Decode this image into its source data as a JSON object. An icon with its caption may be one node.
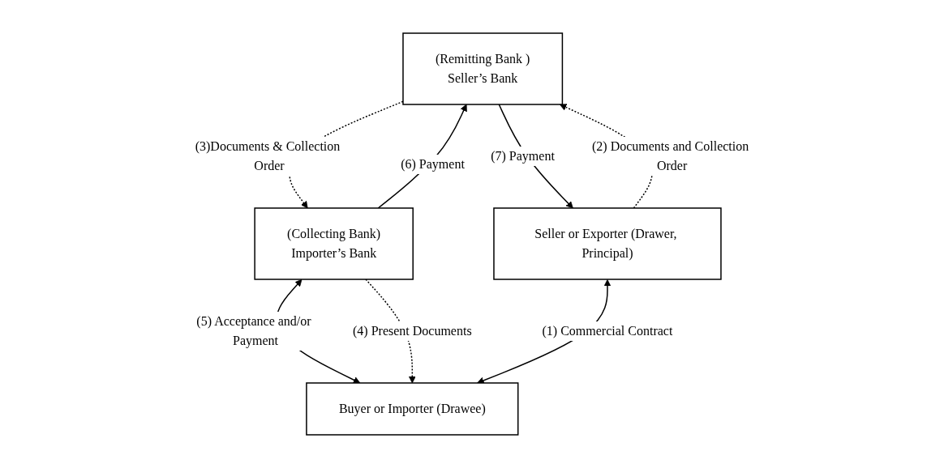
{
  "diagram": {
    "nodes": [
      {
        "text": [
          "(Remitting Bank )",
          "Seller’s Bank"
        ]
      },
      {
        "text": [
          "(Collecting Bank)",
          "Importer’s Bank"
        ]
      },
      {
        "text": [
          "Seller or Exporter (Drawer, Principal)"
        ]
      },
      {
        "text": [
          "Buyer or Importer (Drawee)"
        ]
      }
    ],
    "edges": [
      {
        "from": 0,
        "to": 1,
        "arrow": "to",
        "style": "dashed",
        "label": "(3)Documents & Collection Order"
      },
      {
        "from": 1,
        "to": 0,
        "arrow": "to",
        "label": "(6) Payment"
      },
      {
        "from": 2,
        "to": 0,
        "arrow": "to",
        "style": "dashed",
        "label": "(2) Documents and Collection Order"
      },
      {
        "from": 0,
        "to": 2,
        "arrow": "to",
        "label": "(7) Payment"
      },
      {
        "from": 1,
        "to": 3,
        "arrow": "both",
        "label": "(5) Acceptance and/or Payment"
      },
      {
        "from": 1,
        "to": 3,
        "arrow": "to",
        "style": "dashed",
        "label": "(4) Present Documents"
      },
      {
        "from": 2,
        "to": 3,
        "arrow": "both",
        "label": "(1) Commercial Contract"
      }
    ]
  }
}
